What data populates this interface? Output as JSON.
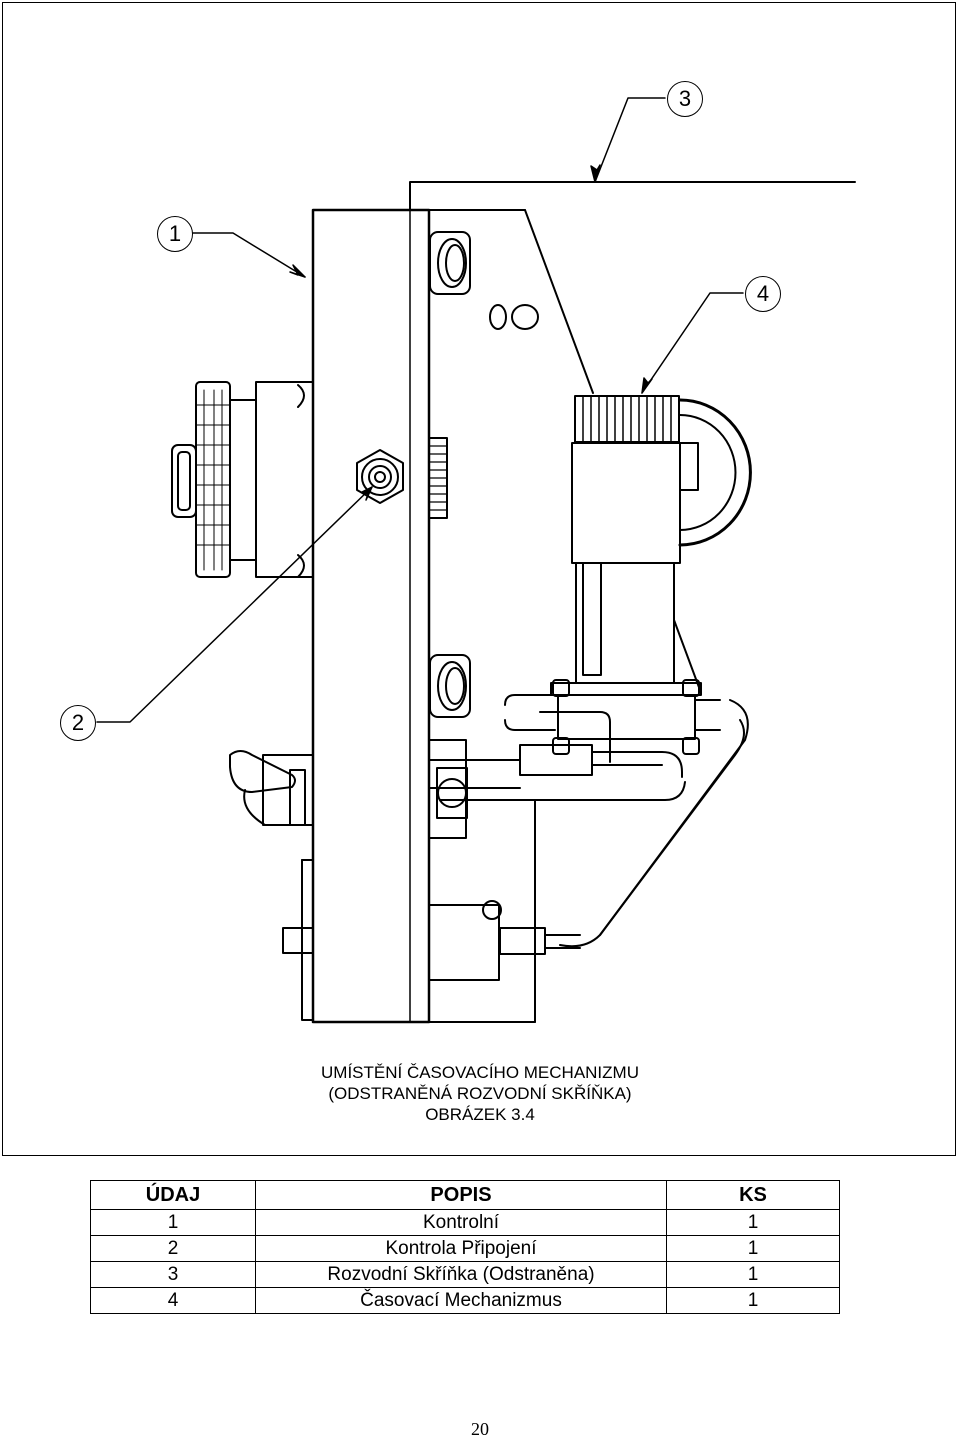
{
  "figure": {
    "callouts": [
      "1",
      "2",
      "3",
      "4"
    ],
    "caption": [
      "UMÍSTĚNÍ ČASOVACÍHO MECHANIZMU",
      "(ODSTRANĚNÁ ROZVODNÍ SKŘÍŇKA)",
      "OBRÁZEK 3.4"
    ]
  },
  "parts_table": {
    "headers": [
      "ÚDAJ",
      "POPIS",
      "KS"
    ],
    "rows": [
      [
        "1",
        "Kontrolní",
        "1"
      ],
      [
        "2",
        "Kontrola Připojení",
        "1"
      ],
      [
        "3",
        "Rozvodní Skříňka (Odstraněna)",
        "1"
      ],
      [
        "4",
        "Časovací Mechanizmus",
        "1"
      ]
    ]
  },
  "page_number": "20"
}
